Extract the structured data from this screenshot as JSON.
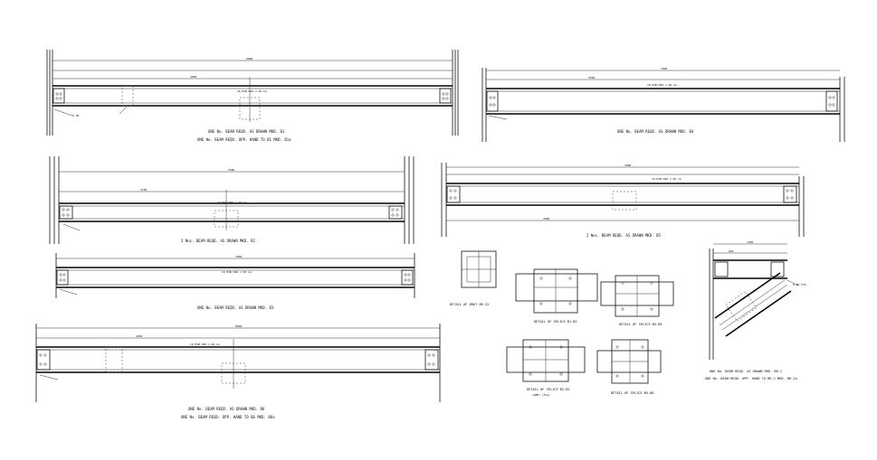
{
  "beams": [
    {
      "id": "B1",
      "caption_line1": "ONE No. BEAM REQD. AS DRAWN MKD. B1",
      "caption_line2": "ONE No. BEAM REQD. OPP. HAND TO B1 MKD. B1a",
      "dims": {
        "overall": "9000",
        "mid": "4500",
        "callout": "10 HSB M20 x 60 LG"
      }
    },
    {
      "id": "B4",
      "caption_line1": "ONE No. BEAM REQD. AS DRAWN MKD. B4",
      "dims": {
        "overall": "7000",
        "mid": "3500",
        "callout": "10 HSB M20 x 60 LG"
      }
    },
    {
      "id": "B2",
      "caption_line1": "2 Nos. BEAM REQD. AS DRAWN MKD. B2",
      "dims": {
        "overall": "7500",
        "mid": "3750",
        "callout": "10 HSB M20 x 60 LG"
      }
    },
    {
      "id": "B5",
      "caption_line1": "2 Nos. BEAM REQD. AS DRAWN MKD. B5",
      "dims": {
        "overall": "7000",
        "mid": "3500",
        "callout": "10 HSB M20 x 60 LG"
      }
    },
    {
      "id": "B3",
      "caption_line1": "ONE No. BEAM REQD. AS DRAWN MKD. B3",
      "dims": {
        "overall": "7000",
        "callout": "10 HSB M20 x 60 LG"
      }
    },
    {
      "id": "B6",
      "caption_line1": "ONE No. BEAM REQD. AS DRAWN MKD. B6",
      "caption_line2": "ONE No. BEAM REQD. OPP. HAND TO B6 MKD. B6a",
      "dims": {
        "overall": "8500",
        "mid": "4250",
        "callout": "10 HSB M20 x 60 LG"
      }
    }
  ],
  "details": [
    {
      "id": "D1",
      "caption": "DETAIL OF BRKT BR-22"
    },
    {
      "id": "D2",
      "caption": "DETAIL OF SPLICE B1-B2"
    },
    {
      "id": "D3",
      "caption": "DETAIL OF SPLICE B4-B5"
    },
    {
      "id": "D4",
      "caption": "DETAIL OF SPLICE B2-B3",
      "sub": "(WEB) (FLG)"
    },
    {
      "id": "D5",
      "caption": "DETAIL OF SPLICE B5-B6"
    }
  ],
  "angle_beam": {
    "caption_line1": "ONE No. BEAM REQD. AS DRAWN MKD. BR-1",
    "caption_line2": "ONE No. BEAM REQD. OPP. HAND TO BR-1 MKD. BR-1a",
    "dims": {
      "top": "1200",
      "mid": "600"
    }
  },
  "annotations": {
    "weld_note": "6 FW",
    "weld_note2": "6 FW TYP."
  }
}
